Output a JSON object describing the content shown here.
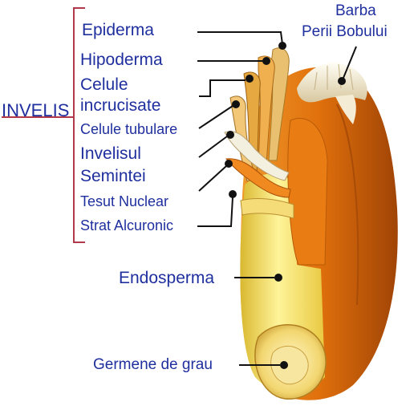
{
  "diagram": {
    "group_label": "INVELIS",
    "layers": [
      {
        "label": "Epiderma"
      },
      {
        "label": "Hipoderma"
      },
      {
        "label_line1": "Celule",
        "label_line2": "incrucisate"
      },
      {
        "label": "Celule tubulare"
      },
      {
        "label_line1": "Invelisul",
        "label_line2": "Semintei"
      },
      {
        "label": "Tesut Nuclear"
      },
      {
        "label": "Strat Alcuronic"
      }
    ],
    "endosperm_label": "Endosperma",
    "germ_label": "Germene de grau",
    "beard_label_line1": "Barba",
    "beard_label_line2": "Perii Bobului"
  },
  "colors": {
    "label_text": "#1f2f9e",
    "bracket": "#b03a4a",
    "leader_line": "#111111",
    "bran_orange": "#e0780f",
    "endosperm_yellow": "#f2dc55",
    "hairs": "#f4ecd0"
  }
}
